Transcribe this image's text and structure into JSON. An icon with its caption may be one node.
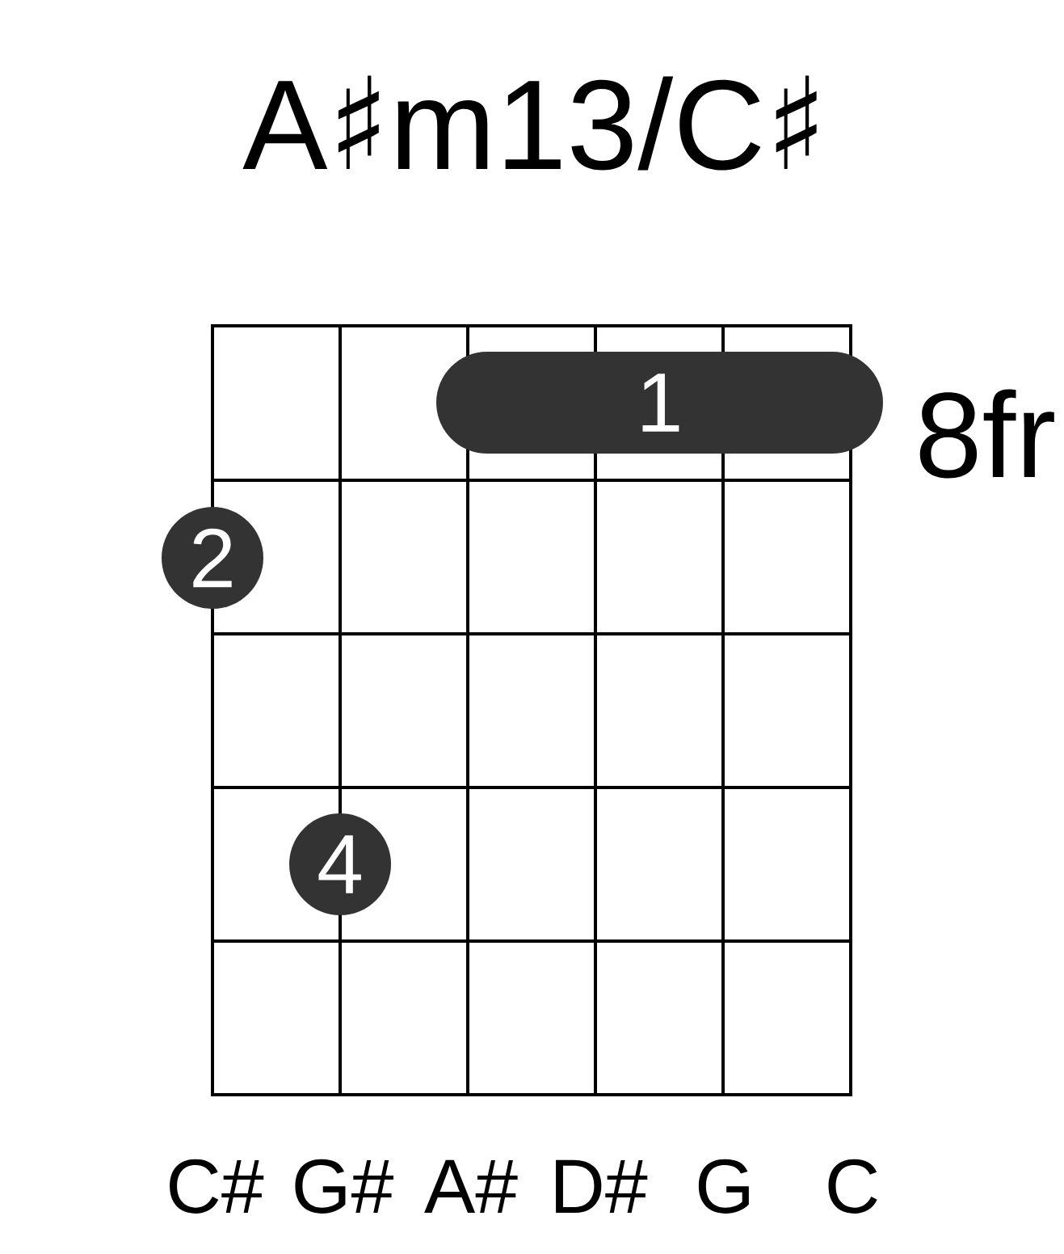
{
  "diagram": {
    "title": "A♯m13/C♯",
    "nodes": [
      {
        "text": [
          "1"
        ]
      },
      {
        "text": [
          "2"
        ]
      },
      {
        "text": [
          "4"
        ]
      }
    ],
    "labels": [
      "8fr",
      "C#",
      "G#",
      "A#",
      "D#",
      "G",
      "C"
    ]
  }
}
